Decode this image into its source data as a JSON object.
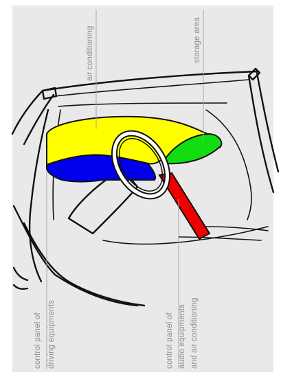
{
  "labels": {
    "air_conditioning": "air conditioning",
    "storage_area": "storage area",
    "driving_panel": [
      "control panel of",
      "driving equipments"
    ],
    "audio_panel": [
      "control panel of",
      "audio equipments",
      "and air conditioning"
    ]
  },
  "colors": {
    "background": "#e9e9e9",
    "air_conditioning_zone": "#ffff00",
    "driving_panel_zone": "#0000ee",
    "storage_area_zone": "#11dd11",
    "audio_panel_zone": "#ee0000",
    "ink": "#111111",
    "label_text": "#8a8a8a"
  }
}
